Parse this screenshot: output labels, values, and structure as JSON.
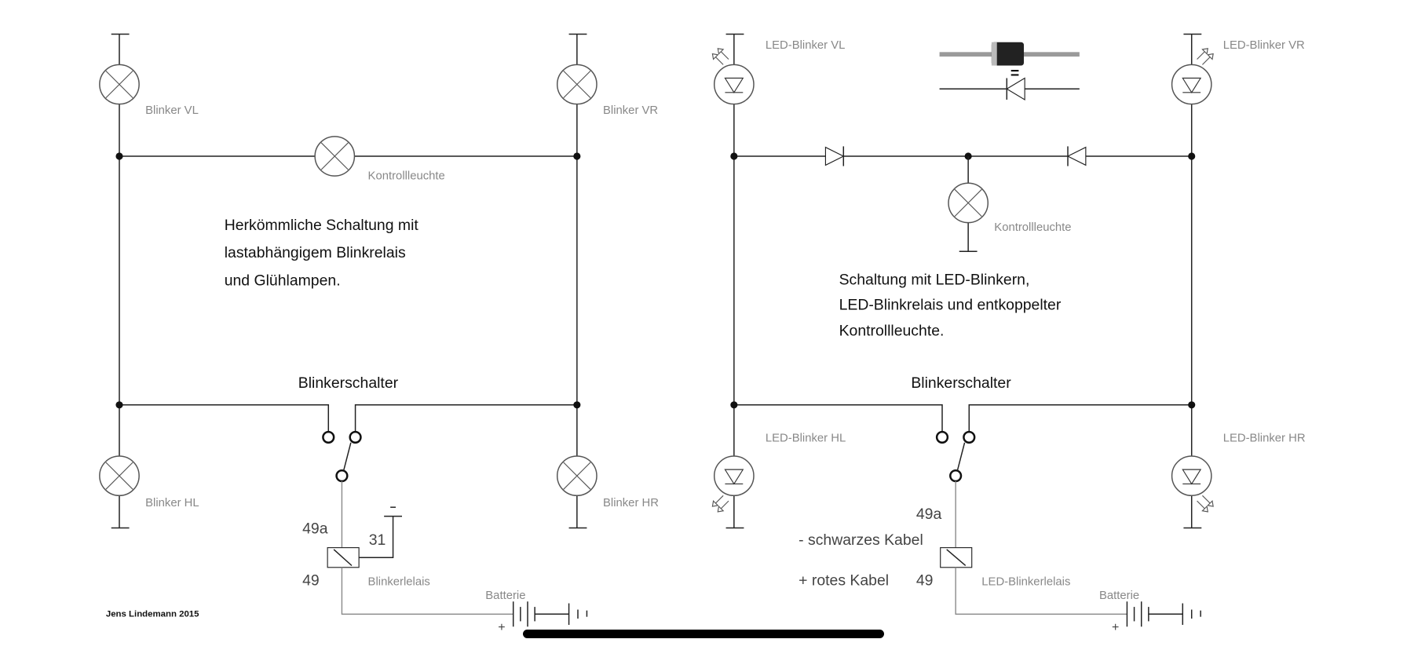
{
  "left_circuit": {
    "lamp_vl": "Blinker VL",
    "lamp_vr": "Blinker VR",
    "lamp_hl": "Blinker HL",
    "lamp_hr": "Blinker HR",
    "indicator": "Kontrollleuchte",
    "description": [
      "Herkömmliche Schaltung mit",
      "lastabhängigem Blinkrelais",
      "und Glühlampen."
    ],
    "switch": "Blinkerschalter",
    "terminal_49a": "49a",
    "terminal_31": "31",
    "terminal_49": "49",
    "relay": "Blinkerlelais",
    "battery": "Batterie",
    "plus": "+"
  },
  "right_circuit": {
    "led_vl": "LED-Blinker VL",
    "led_vr": "LED-Blinker VR",
    "led_hl": "LED-Blinker HL",
    "led_hr": "LED-Blinker HR",
    "equals": "=",
    "indicator": "Kontrollleuchte",
    "description": [
      "Schaltung mit LED-Blinkern,",
      "LED-Blinkrelais und entkoppelter",
      "Kontrollleuchte."
    ],
    "switch": "Blinkerschalter",
    "terminal_49a": "49a",
    "black_cable": "-  schwarzes Kabel",
    "red_cable": "+ rotes Kabel",
    "terminal_49": "49",
    "relay": "LED-Blinkerlelais",
    "battery": "Batterie",
    "plus": "+"
  },
  "signature": "Jens Lindemann 2015"
}
